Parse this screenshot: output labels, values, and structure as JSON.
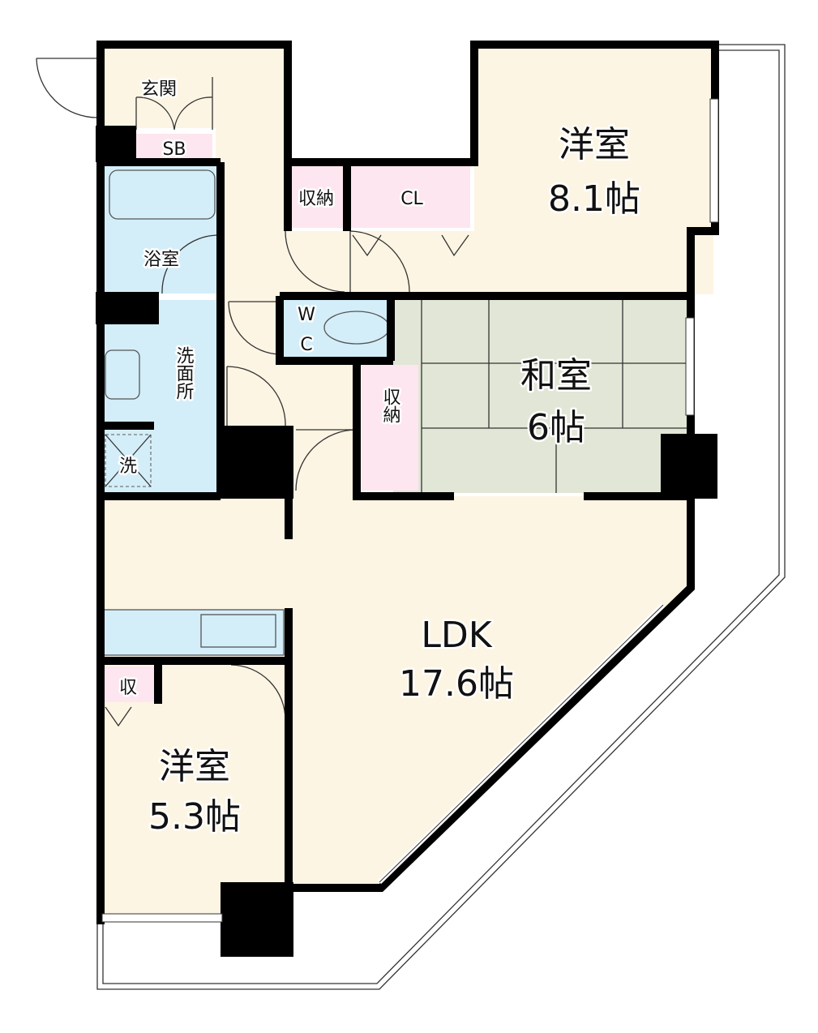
{
  "colors": {
    "floor": "#fdf5e3",
    "storage": "#fde6ef",
    "wet_area": "#d3eef9",
    "tatami": "#e1e6d6",
    "wall": "#000000"
  },
  "rooms": {
    "entrance": {
      "label": "玄関"
    },
    "shoe_box": {
      "label": "SB"
    },
    "storage_north": {
      "label": "収納"
    },
    "closet": {
      "label": "CL"
    },
    "bathroom": {
      "label": "浴室"
    },
    "washroom": {
      "label": "洗面所"
    },
    "laundry": {
      "label": "洗"
    },
    "wc": {
      "label_line1": "W",
      "label_line2": "C"
    },
    "western_room_1": {
      "name": "洋室",
      "size": "8.1帖"
    },
    "japanese_room": {
      "name": "和室",
      "size": "6帖"
    },
    "storage_japanese": {
      "label": "収納"
    },
    "ldk": {
      "name": "LDK",
      "size": "17.6帖"
    },
    "storage_small": {
      "label": "収"
    },
    "western_room_2": {
      "name": "洋室",
      "size": "5.3帖"
    }
  }
}
